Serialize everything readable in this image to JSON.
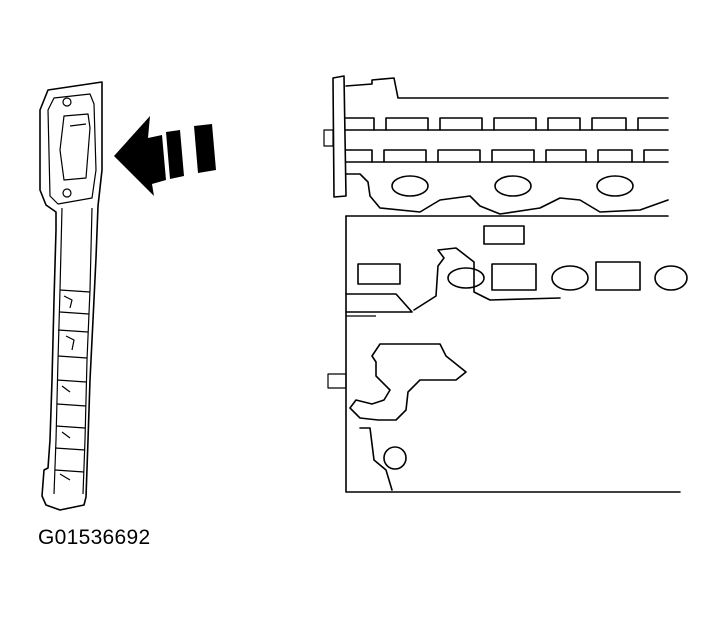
{
  "figure": {
    "code": "G01536692"
  },
  "colors": {
    "ink": "#000000",
    "background": "#ffffff"
  },
  "parts": {
    "left_component": "gasket-strip",
    "indicator": "arrow-left-dashed",
    "right_component": "cylinder-head-side-view"
  }
}
